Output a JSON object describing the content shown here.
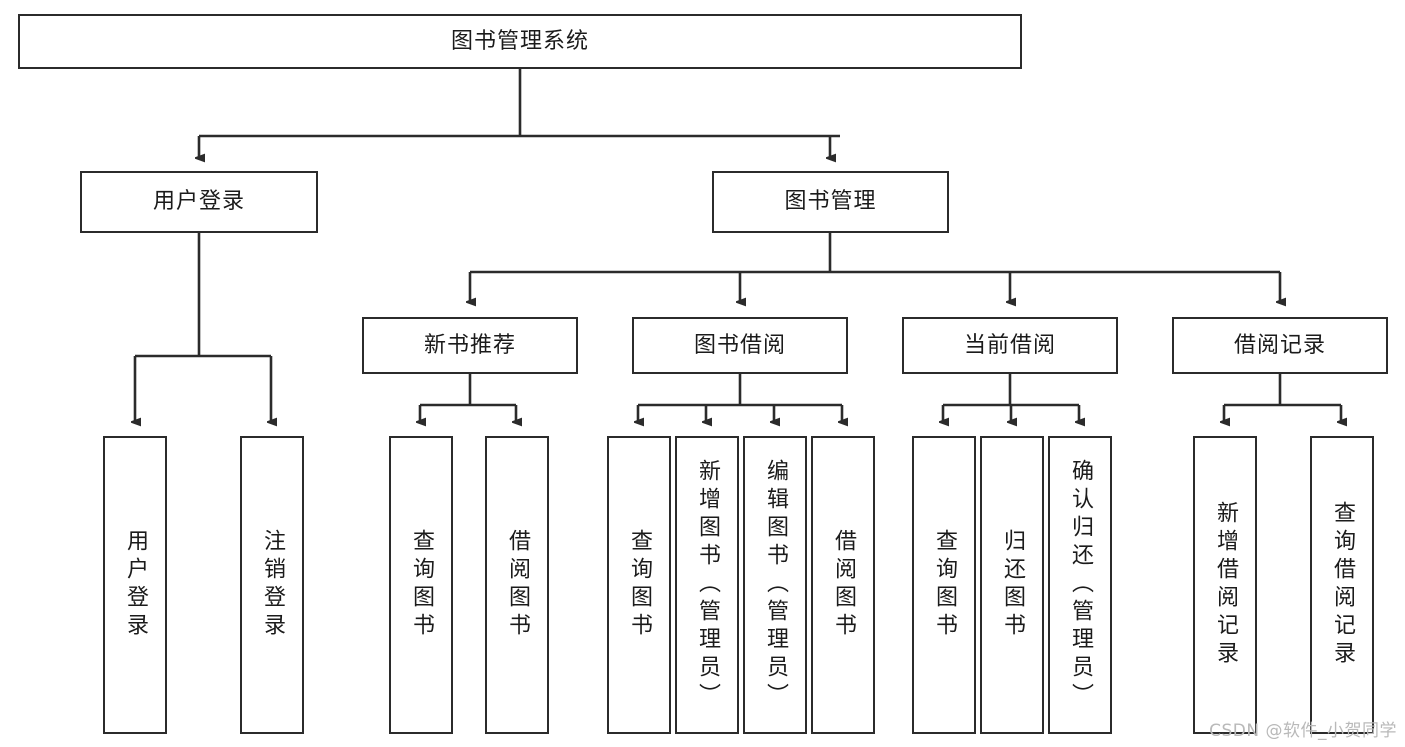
{
  "diagram": {
    "title": "图书管理系统",
    "type": "tree",
    "watermark": "CSDN @软件_小贺同学",
    "colors": {
      "box_border": "#2b2b2b",
      "box_fill": "#ffffff",
      "edge": "#2b2b2b",
      "text": "#1b1b1b",
      "watermark": "#b9b9b9"
    },
    "root": {
      "label": "图书管理系统"
    },
    "level1": [
      {
        "label": "用户登录"
      },
      {
        "label": "图书管理"
      }
    ],
    "level2": [
      {
        "label": "新书推荐"
      },
      {
        "label": "图书借阅"
      },
      {
        "label": "当前借阅"
      },
      {
        "label": "借阅记录"
      }
    ],
    "leaves": {
      "user_login": [
        {
          "label": "用户登录"
        },
        {
          "label": "注销登录"
        }
      ],
      "new_book": [
        {
          "label": "查询图书"
        },
        {
          "label": "借阅图书"
        }
      ],
      "borrow_book": [
        {
          "label": "查询图书"
        },
        {
          "label": "新增图书（管理员）"
        },
        {
          "label": "编辑图书（管理员）"
        },
        {
          "label": "借阅图书"
        }
      ],
      "current_borrow": [
        {
          "label": "查询图书"
        },
        {
          "label": "归还图书"
        },
        {
          "label": "确认归还（管理员）"
        }
      ],
      "borrow_record": [
        {
          "label": "新增借阅记录"
        },
        {
          "label": "查询借阅记录"
        }
      ]
    }
  }
}
